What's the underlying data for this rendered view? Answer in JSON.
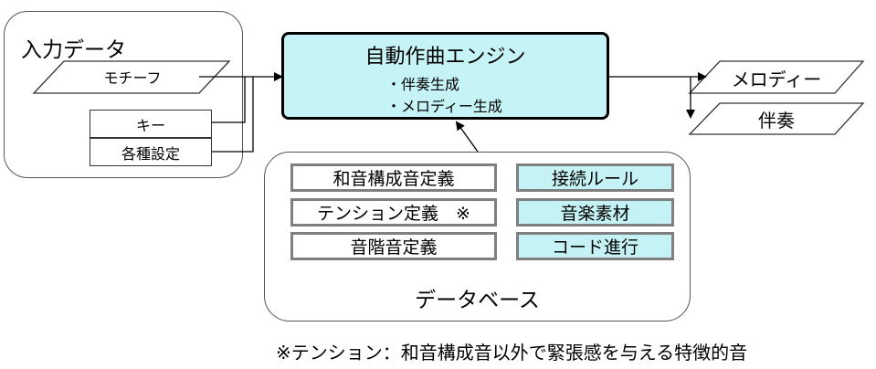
{
  "input_group": {
    "title": "入力データ",
    "motif": "モチーフ",
    "key": "キー",
    "settings": "各種設定"
  },
  "engine": {
    "title": "自動作曲エンジン",
    "bullet_1": "・伴奏生成",
    "bullet_2": "・メロディー生成"
  },
  "outputs": {
    "melody": "メロディー",
    "accompaniment": "伴奏"
  },
  "database": {
    "title": "データベース",
    "items_left": [
      "和音構成音定義",
      "テンション定義　※",
      "音階音定義"
    ],
    "items_right": [
      "接続ルール",
      "音楽素材",
      "コード進行"
    ]
  },
  "footnote": "※テンション：和音構成音以外で緊張感を与える特徴的音",
  "colors": {
    "engine_fill": "#c6f3f5",
    "teal_item_fill": "#c5f3f5",
    "border_gray": "#7f7f7f"
  }
}
